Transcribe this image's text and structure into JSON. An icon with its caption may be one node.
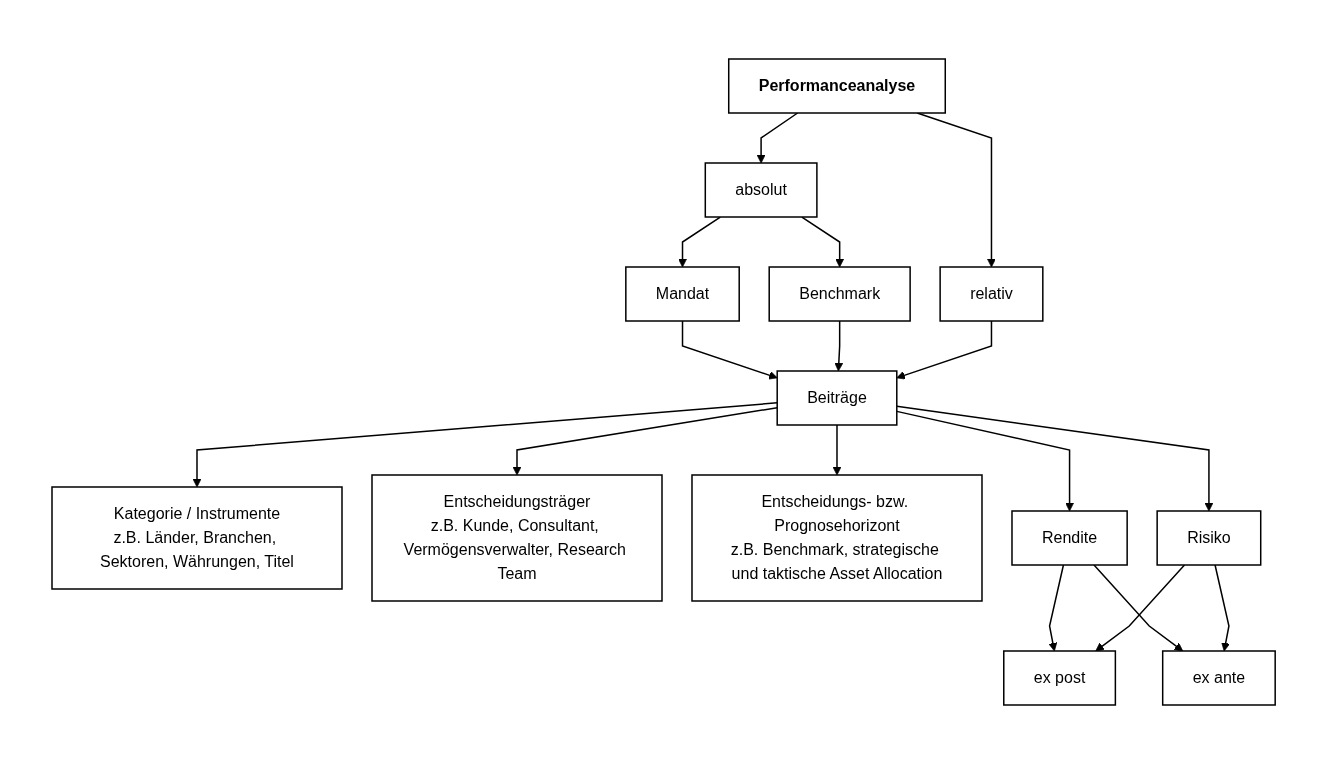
{
  "diagram": {
    "nodes": [
      {
        "text": [
          "Performanceanalyse"
        ]
      },
      {
        "text": [
          "absolut"
        ]
      },
      {
        "text": [
          "relativ"
        ]
      },
      {
        "text": [
          "Mandat"
        ]
      },
      {
        "text": [
          "Benchmark"
        ]
      },
      {
        "text": [
          "Beiträge"
        ]
      },
      {
        "text": [
          "Kategorie / Instrumente",
          "z.B. Länder, Branchen, Sektoren, Währungen, Titel"
        ]
      },
      {
        "text": [
          "Entscheidungsträger",
          "z.B. Kunde, Consultant, Vermögensverwalter, Research Team"
        ]
      },
      {
        "text": [
          "Entscheidungs- bzw. Prognosehorizont",
          "z.B. Benchmark, strategische und taktische Asset Allocation"
        ]
      },
      {
        "text": [
          "Rendite"
        ]
      },
      {
        "text": [
          "Risiko"
        ]
      },
      {
        "text": [
          "ex post"
        ]
      },
      {
        "text": [
          "ex ante"
        ]
      }
    ],
    "edges": [
      {
        "from": 0,
        "to": 1,
        "arrow": "to"
      },
      {
        "from": 0,
        "to": 2,
        "arrow": "to"
      },
      {
        "from": 1,
        "to": 3,
        "arrow": "to"
      },
      {
        "from": 1,
        "to": 4,
        "arrow": "to"
      },
      {
        "from": 3,
        "to": 5,
        "arrow": "to"
      },
      {
        "from": 4,
        "to": 5,
        "arrow": "to"
      },
      {
        "from": 2,
        "to": 5,
        "arrow": "to"
      },
      {
        "from": 5,
        "to": 6,
        "arrow": "to"
      },
      {
        "from": 5,
        "to": 7,
        "arrow": "to"
      },
      {
        "from": 5,
        "to": 8,
        "arrow": "to"
      },
      {
        "from": 5,
        "to": 9,
        "arrow": "to"
      },
      {
        "from": 5,
        "to": 10,
        "arrow": "to"
      },
      {
        "from": 9,
        "to": 11,
        "arrow": "to"
      },
      {
        "from": 9,
        "to": 12,
        "arrow": "to"
      },
      {
        "from": 10,
        "to": 11,
        "arrow": "to"
      },
      {
        "from": 10,
        "to": 12,
        "arrow": "to"
      }
    ]
  }
}
